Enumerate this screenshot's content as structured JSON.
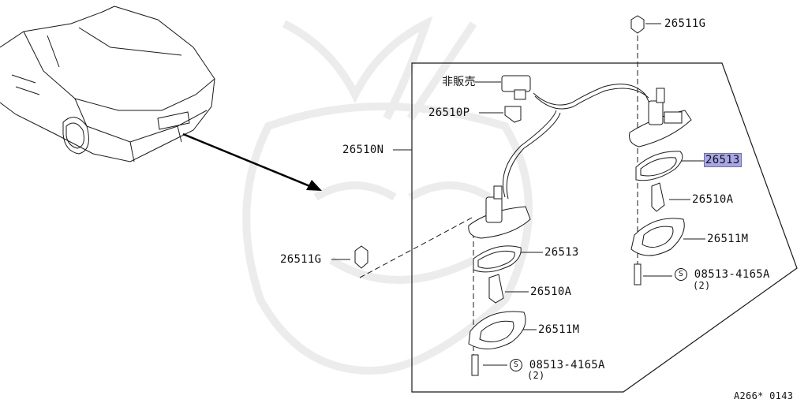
{
  "callouts": {
    "clip_top": "26511G",
    "clip_left": "26511G",
    "not_sold": "非販売",
    "bracket": "26510P",
    "harness": "26510N",
    "gasket_right": "26513",
    "gasket_left": "26513",
    "bulb_right": "26510A",
    "bulb_left": "26510A",
    "housing_right": "26511M",
    "housing_left": "26511M",
    "screw_symbol": "S",
    "screw_right": "08513-4165A",
    "screw_right_qty": "(2)",
    "screw_left": "08513-4165A",
    "screw_left_qty": "(2)"
  },
  "footer": {
    "diagram_code": "A266* 0143"
  },
  "colors": {
    "line": "#1a1a1a",
    "highlight": "#a9a6e6",
    "watermark": "#ececec"
  }
}
